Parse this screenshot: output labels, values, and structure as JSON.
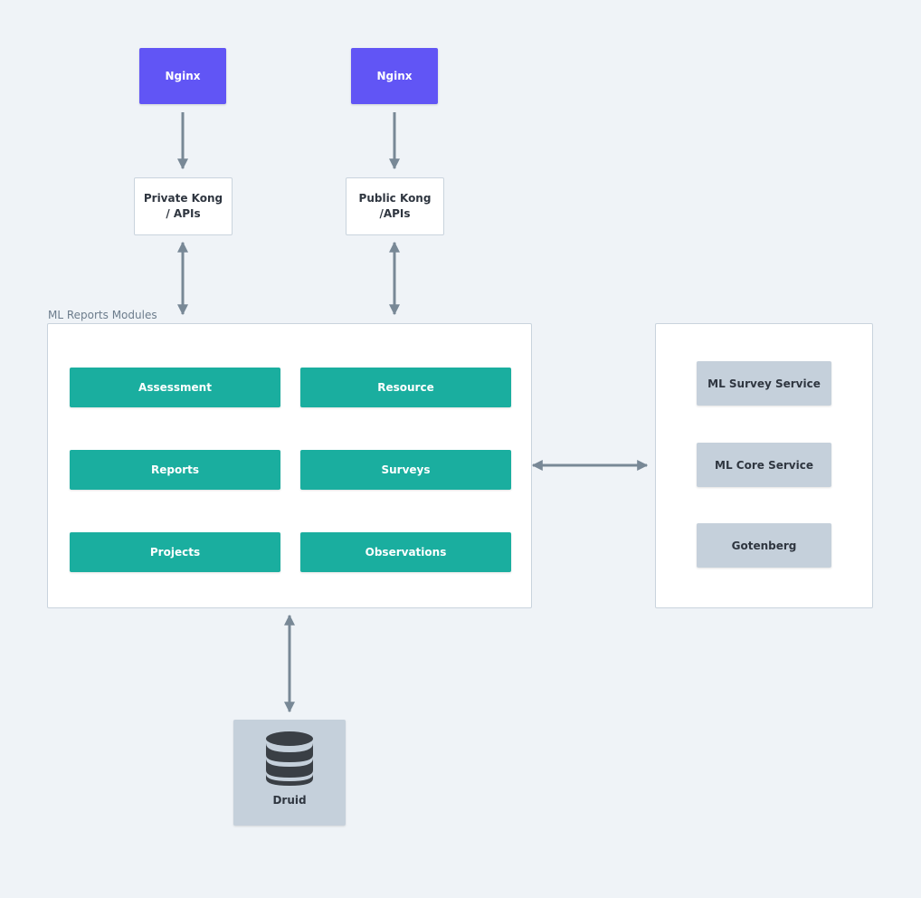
{
  "nginx": [
    {
      "label": "Nginx"
    },
    {
      "label": "Nginx"
    }
  ],
  "kong": [
    {
      "label": "Private Kong\n/ APIs"
    },
    {
      "label": "Public Kong\n/APIs"
    }
  ],
  "modules_group": {
    "label": "ML Reports Modules",
    "items": [
      "Assessment",
      "Resource",
      "Reports",
      "Surveys",
      "Projects",
      "Observations"
    ]
  },
  "services": [
    "ML Survey Service",
    "ML Core Service",
    "Gotenberg"
  ],
  "database": {
    "label": "Druid",
    "icon": "database-icon"
  },
  "colors": {
    "background": "#eff3f7",
    "nginx": "#6155f5",
    "module": "#1aae9f",
    "service": "#c5d0db",
    "connector": "#788896"
  }
}
